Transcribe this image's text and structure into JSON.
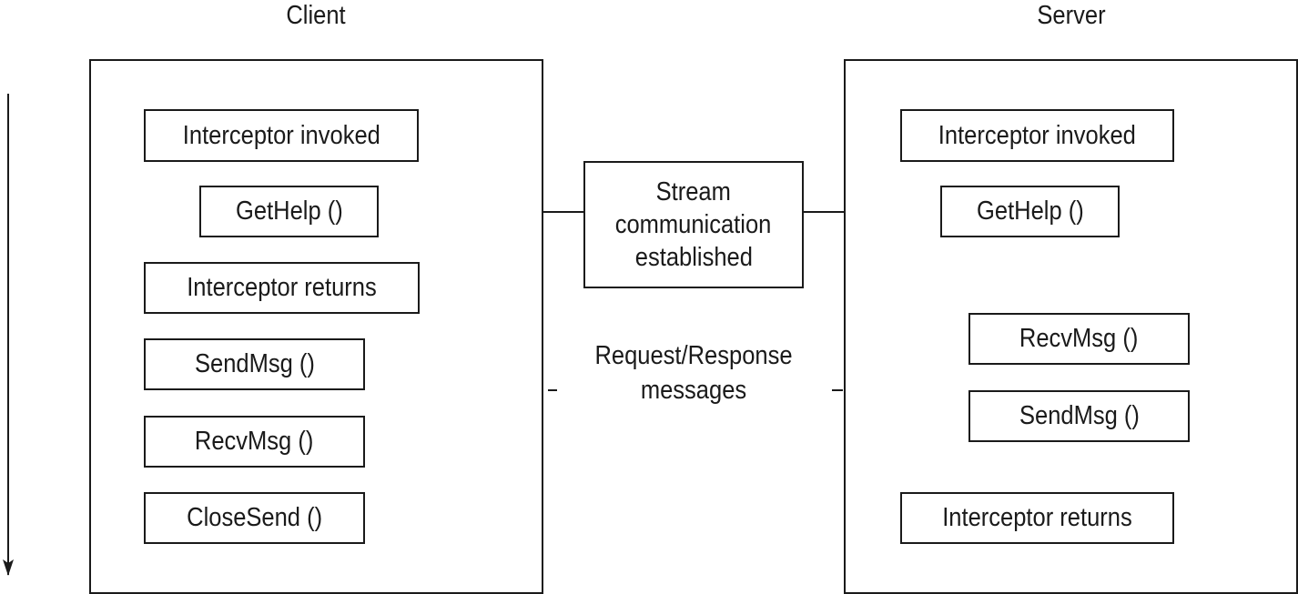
{
  "client": {
    "title": "Client",
    "steps": [
      "Interceptor invoked",
      "GetHelp ()",
      "Interceptor returns",
      "SendMsg ()",
      "RecvMsg ()",
      "CloseSend ()"
    ]
  },
  "server": {
    "title": "Server",
    "steps": [
      "Interceptor invoked",
      "GetHelp ()",
      "RecvMsg ()",
      "SendMsg ()",
      "Interceptor returns"
    ]
  },
  "stream": {
    "lines": [
      "Stream",
      "communication",
      "established"
    ]
  },
  "messages": {
    "lines": [
      "Request/Response",
      "messages"
    ]
  },
  "colors": {
    "ink": "#1a1a1a",
    "background": "#ffffff"
  }
}
